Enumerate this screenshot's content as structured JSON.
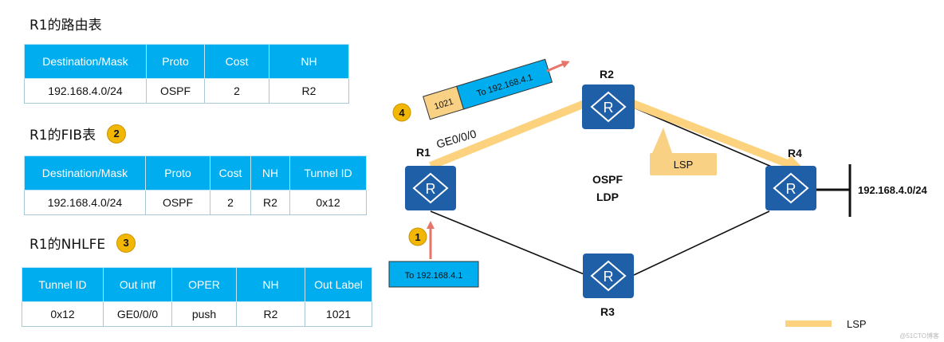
{
  "routing_table": {
    "title": "R1的路由表",
    "headers": [
      "Destination/Mask",
      "Proto",
      "Cost",
      "NH"
    ],
    "rows": [
      [
        "192.168.4.0/24",
        "OSPF",
        "2",
        "R2"
      ]
    ]
  },
  "fib_table": {
    "title": "R1的FIB表",
    "step": "2",
    "headers": [
      "Destination/Mask",
      "Proto",
      "Cost",
      "NH",
      "Tunnel ID"
    ],
    "rows": [
      [
        "192.168.4.0/24",
        "OSPF",
        "2",
        "R2",
        "0x12"
      ]
    ]
  },
  "nhlfe_table": {
    "title": "R1的NHLFE",
    "step": "3",
    "headers": [
      "Tunnel ID",
      "Out intf",
      "OPER",
      "NH",
      "Out Label"
    ],
    "rows": [
      [
        "0x12",
        "GE0/0/0",
        "push",
        "R2",
        "1021"
      ]
    ]
  },
  "diagram": {
    "routers": {
      "r1": "R1",
      "r2": "R2",
      "r3": "R3",
      "r4": "R4"
    },
    "router_glyph": "R",
    "protocol_label_1": "OSPF",
    "protocol_label_2": "LDP",
    "destination_network": "192.168.4.0/24",
    "interface_label": "GE0/0/0",
    "lsp_callout": "LSP",
    "step1": "1",
    "step4": "4",
    "packet_in": "To 192.168.4.1",
    "packet_out_label": "1021",
    "packet_out_payload": "To 192.168.4.1",
    "legend_lsp": "LSP",
    "watermark": "@51CTO博客"
  },
  "colors": {
    "header_blue": "#00AEEF",
    "router_blue": "#1F5FA8",
    "lsp_yellow": "#FCD27E",
    "badge_gold": "#F2B705",
    "arrow_red": "#E8756A",
    "label_orange": "#F9D185"
  }
}
